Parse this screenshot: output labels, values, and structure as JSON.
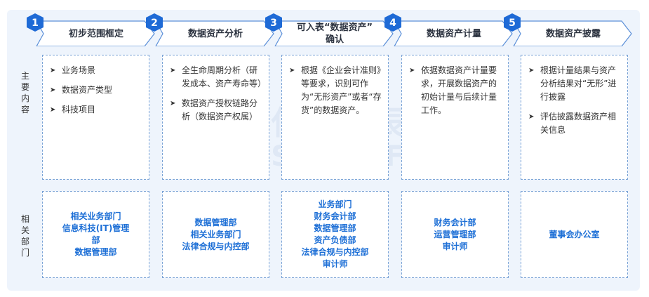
{
  "watermark": {
    "cn": "亿信华辰",
    "en": "ESENSOFT"
  },
  "row_labels": {
    "content": "主要内容",
    "departments": "相关部门"
  },
  "colors": {
    "accent": "#1d6fd6",
    "step_badge": "#1e6ad6",
    "arrow_border": "#5b8fd8"
  },
  "steps": [
    {
      "number": "1",
      "title": "初步范围框定",
      "items": [
        "业务场景",
        "数据资产类型",
        "科技项目"
      ],
      "departments": [
        "相关业务部门",
        "信息科技(IT)管理",
        "部",
        "数据管理部"
      ]
    },
    {
      "number": "2",
      "title": "数据资产分析",
      "items": [
        "全生命周期分析（研发成本、资产寿命等）",
        "数据资产授权链路分析（数据资产权属）"
      ],
      "departments": [
        "数据管理部",
        "相关业务部门",
        "法律合规与内控部"
      ]
    },
    {
      "number": "3",
      "title": "可入表“数据资产”",
      "title2": "确认",
      "items": [
        "根据《企业会计准则》等要求，识别可作为“无形资产”或者“存货”的数据资产。"
      ],
      "departments": [
        "业务部门",
        "财务会计部",
        "数据管理部",
        "资产负债部",
        "法律合规与内控部",
        "审计师"
      ]
    },
    {
      "number": "4",
      "title": "数据资产计量",
      "items": [
        "依据数据资产计量要求，开展数据资产的初始计量与后续计量工作。"
      ],
      "departments": [
        "财务会计部",
        "运营管理部",
        "审计师"
      ]
    },
    {
      "number": "5",
      "title": "数据资产披露",
      "items": [
        "根据计量结果与资产分析结果对“无形”进行披露",
        "评估披露数据资产相关信息"
      ],
      "departments": [
        "董事会办公室"
      ]
    }
  ]
}
